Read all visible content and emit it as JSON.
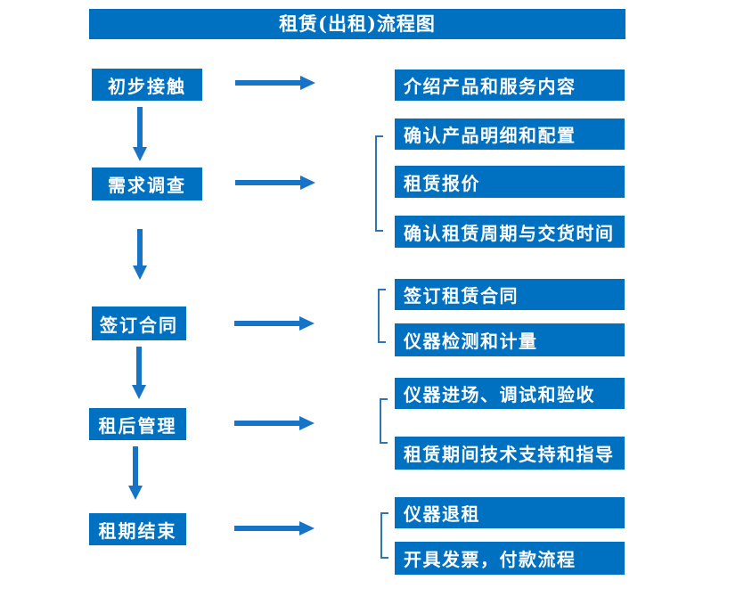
{
  "title": "租赁(出租)流程图",
  "steps": [
    {
      "label": "初步接触"
    },
    {
      "label": "需求调查"
    },
    {
      "label": "签订合同"
    },
    {
      "label": "租后管理"
    },
    {
      "label": "租期结束"
    }
  ],
  "details": [
    {
      "label": "介绍产品和服务内容"
    },
    {
      "label": "确认产品明细和配置"
    },
    {
      "label": "租赁报价"
    },
    {
      "label": "确认租赁周期与交货时间"
    },
    {
      "label": "签订租赁合同"
    },
    {
      "label": "仪器检测和计量"
    },
    {
      "label": "仪器进场、调试和验收"
    },
    {
      "label": "租赁期间技术支持和指导"
    },
    {
      "label": "仪器退租"
    },
    {
      "label": "开具发票，付款流程"
    }
  ],
  "colors": {
    "box_blue": "#0070c0",
    "arrow_blue": "#1673c5",
    "bracket_blue": "#2e75b6",
    "text_white": "#ffffff"
  }
}
